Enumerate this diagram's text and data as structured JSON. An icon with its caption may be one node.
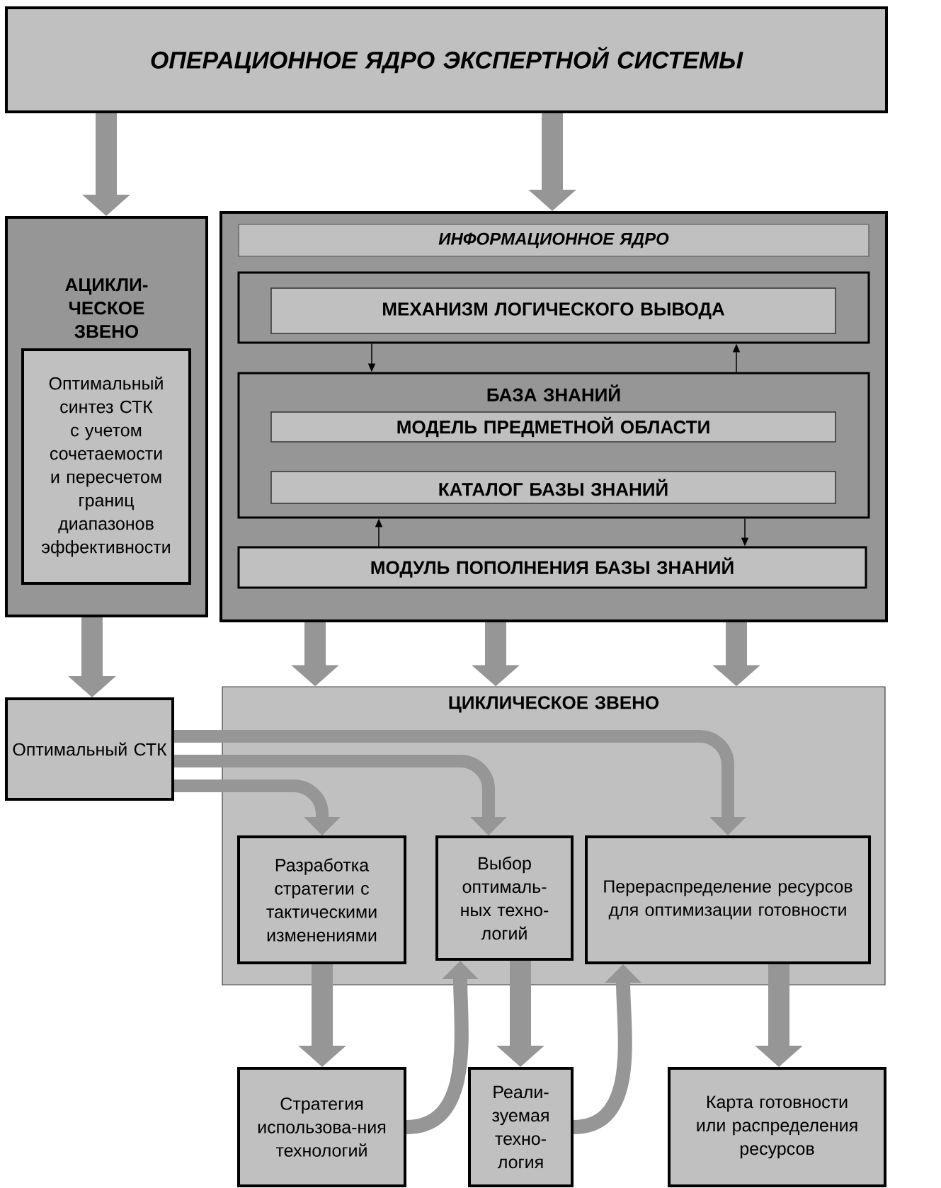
{
  "diagram": {
    "nodes": [
      {
        "text": [
          "ОПЕРАЦИОННОЕ ЯДРО ЭКСПЕРТНОЙ СИСТЕМЫ"
        ]
      },
      {
        "text": [
          "АЦИКЛИ-ЧЕСКОЕ ЗВЕНО"
        ]
      },
      {
        "text": [
          "Оптимальный синтез СТК с учетом сочетаемости и пересчетом границ диапазонов эффективности"
        ],
        "in": 1
      },
      {
        "text": [],
        "shape": "box"
      },
      {
        "text": [
          "ИНФОРМАЦИОННОЕ ЯДРО"
        ],
        "in": 3
      },
      {
        "text": [],
        "shape": "box",
        "in": 3
      },
      {
        "text": [
          "МЕХАНИЗМ ЛОГИЧЕСКОГО ВЫВОДА"
        ],
        "in": 5
      },
      {
        "text": [
          "БАЗА ЗНАНИЙ"
        ],
        "in": 3
      },
      {
        "text": [
          "МОДЕЛЬ ПРЕДМЕТНОЙ ОБЛАСТИ"
        ],
        "in": 7
      },
      {
        "text": [
          "КАТАЛОГ БАЗЫ ЗНАНИЙ"
        ],
        "in": 7
      },
      {
        "text": [
          "МОДУЛЬ ПОПОЛНЕНИЯ БАЗЫ ЗНАНИЙ"
        ],
        "in": 3
      },
      {
        "text": [
          "Оптимальный СТК"
        ]
      },
      {
        "text": [
          "ЦИКЛИЧЕСКОЕ ЗВЕНО"
        ]
      },
      {
        "text": [
          "Разработка стратегии с тактическими изменениями"
        ],
        "in": 12
      },
      {
        "text": [
          "Выбор оптималь-ных техно-логий"
        ],
        "in": 12
      },
      {
        "text": [
          "Перераспределение ресурсов для оптимизации готовности"
        ],
        "in": 12
      },
      {
        "text": [
          "Стратегия использова-ния технологий"
        ]
      },
      {
        "text": [
          "Реали-зуемая техно-логия"
        ]
      },
      {
        "text": [
          "Карта готовности или распределения ресурсов"
        ]
      }
    ],
    "edges": [
      {
        "from": 0,
        "to": 1,
        "arrow": "to"
      },
      {
        "from": 0,
        "to": 3,
        "arrow": "to"
      },
      {
        "from": 5,
        "to": 7,
        "arrow": "to",
        "color": "#000000"
      },
      {
        "from": 7,
        "to": 5,
        "arrow": "to",
        "color": "#000000"
      },
      {
        "from": 10,
        "to": 7,
        "arrow": "to",
        "color": "#000000"
      },
      {
        "from": 7,
        "to": 10,
        "arrow": "to",
        "color": "#000000"
      },
      {
        "from": 1,
        "to": 11,
        "arrow": "to"
      },
      {
        "from": 3,
        "to": 12,
        "arrow": "to"
      },
      {
        "from": 3,
        "to": 12,
        "arrow": "to"
      },
      {
        "from": 3,
        "to": 12,
        "arrow": "to"
      },
      {
        "from": 11,
        "to": 15,
        "arrow": "to"
      },
      {
        "from": 11,
        "to": 14,
        "arrow": "to"
      },
      {
        "from": 11,
        "to": 13,
        "arrow": "to"
      },
      {
        "from": 13,
        "to": 16,
        "arrow": "to"
      },
      {
        "from": 14,
        "to": 17,
        "arrow": "to"
      },
      {
        "from": 15,
        "to": 18,
        "arrow": "to"
      },
      {
        "from": 16,
        "to": 14,
        "arrow": "to"
      },
      {
        "from": 17,
        "to": 15,
        "arrow": "to"
      }
    ]
  }
}
